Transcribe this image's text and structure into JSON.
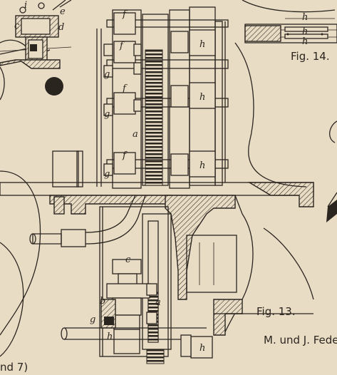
{
  "figures": {
    "fig14_caption": "Fig. 14.",
    "fig13_caption": "Fig. 13.",
    "author_credit": "M. und J. Fede",
    "edge_fragment": "nd 7)"
  },
  "part_labels": {
    "a": "a",
    "b": "b",
    "c": "c",
    "d": "d",
    "e": "e",
    "f": "f",
    "g": "g",
    "h": "h",
    "i": "i"
  },
  "colors": {
    "paper": "#e9dcc4",
    "ink": "#2b2520"
  }
}
